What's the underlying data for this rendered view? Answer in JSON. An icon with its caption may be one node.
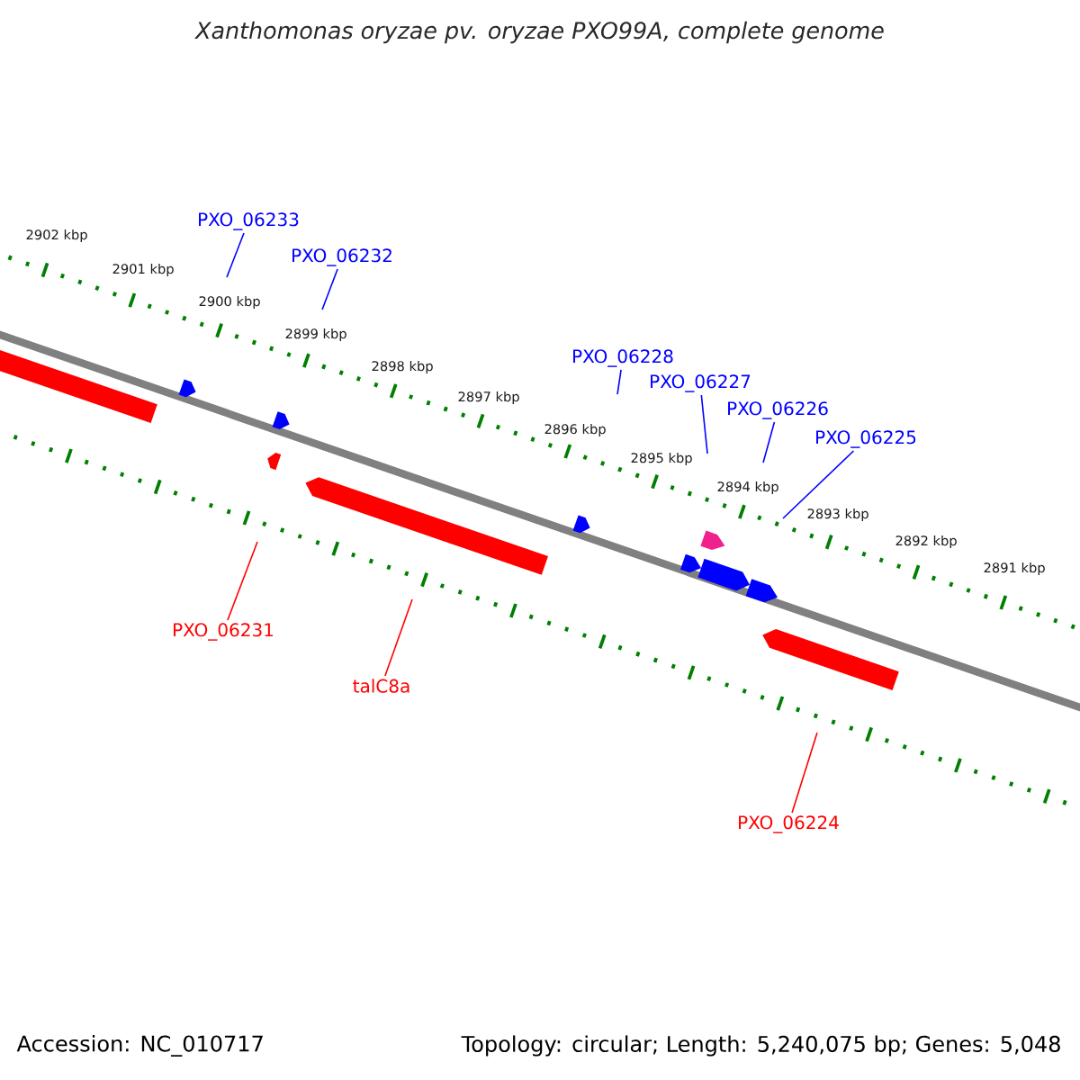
{
  "diagram": {
    "title": "Xanthomonas oryzae pv. oryzae PXO99A, complete genome",
    "nodes": [
      {
        "text": [
          "PXO_06233"
        ]
      },
      {
        "text": [
          "PXO_06232"
        ]
      },
      {
        "text": [
          "PXO_06228"
        ]
      },
      {
        "text": [
          "PXO_06227"
        ]
      },
      {
        "text": [
          "PXO_06226"
        ]
      },
      {
        "text": [
          "PXO_06225"
        ]
      },
      {
        "text": [
          "PXO_06231"
        ]
      },
      {
        "text": [
          "talC8a"
        ]
      },
      {
        "text": [
          "PXO_06224"
        ]
      }
    ],
    "edges": [
      {
        "from": 0,
        "to": null,
        "arrow": "none"
      },
      {
        "from": 1,
        "to": null,
        "arrow": "none"
      },
      {
        "from": 2,
        "to": null,
        "arrow": "none"
      },
      {
        "from": 3,
        "to": null,
        "arrow": "none"
      },
      {
        "from": 4,
        "to": null,
        "arrow": "none"
      },
      {
        "from": 5,
        "to": null,
        "arrow": "none"
      },
      {
        "from": 6,
        "to": null,
        "arrow": "none",
        "color": "#ff0000"
      },
      {
        "from": 7,
        "to": null,
        "arrow": "none",
        "color": "#ff0000"
      },
      {
        "from": 8,
        "to": null,
        "arrow": "none",
        "color": "#ff0000"
      }
    ],
    "labels": [
      "2902 kbp",
      "2901 kbp",
      "2900 kbp",
      "2899 kbp",
      "2898 kbp",
      "2897 kbp",
      "2896 kbp",
      "2895 kbp",
      "2894 kbp",
      "2893 kbp",
      "2892 kbp",
      "2891 kbp",
      "Accession: NC_010717",
      "Topology: circular; Length: 5,240,075 bp; Genes: 5,048"
    ]
  }
}
